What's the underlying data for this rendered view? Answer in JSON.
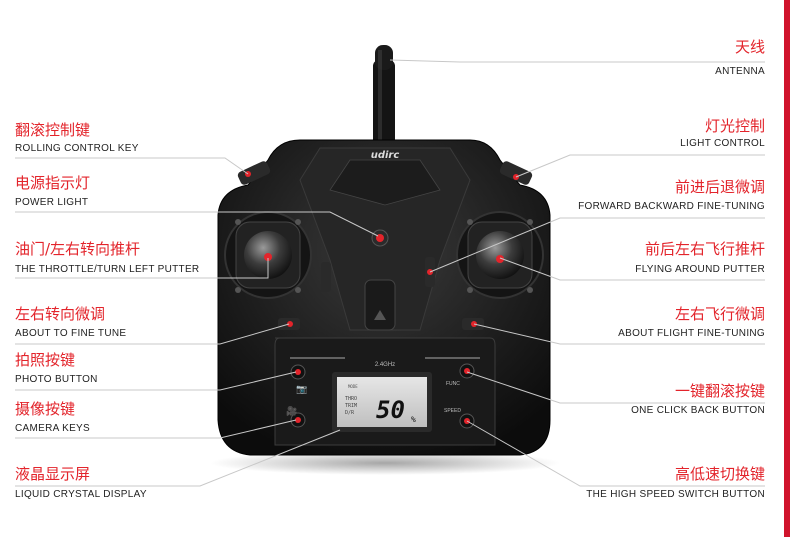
{
  "brand": "udirc",
  "band": "2.4GHz",
  "lcd": {
    "value": "50",
    "unit": "%",
    "labels": [
      "THRO",
      "TRIM",
      "D/R"
    ],
    "mode": "MODE"
  },
  "buttons": {
    "func": "FUNC",
    "speed": "SPEED"
  },
  "colors": {
    "accent": "#e3242b",
    "body": "#1c1c1c",
    "edge": "#d0142c"
  },
  "labels": {
    "antenna": {
      "zh": "天线",
      "en": "ANTENNA"
    },
    "rolling": {
      "zh": "翻滚控制键",
      "en": "ROLLING CONTROL KEY"
    },
    "light": {
      "zh": "灯光控制",
      "en": "LIGHT CONTROL"
    },
    "power": {
      "zh": "电源指示灯",
      "en": "POWER LIGHT"
    },
    "fwd": {
      "zh": "前进后退微调",
      "en": "FORWARD BACKWARD FINE-TUNING"
    },
    "throttle": {
      "zh": "油门/左右转向推杆",
      "en": "THE THROTTLE/TURN LEFT PUTTER"
    },
    "flying": {
      "zh": "前后左右飞行推杆",
      "en": "FLYING AROUND PUTTER"
    },
    "finetune": {
      "zh": "左右转向微调",
      "en": "ABOUT TO FINE TUNE"
    },
    "flightfine": {
      "zh": "左右飞行微调",
      "en": "ABOUT FLIGHT FINE-TUNING"
    },
    "photo": {
      "zh": "拍照按键",
      "en": "PHOTO BUTTON"
    },
    "oneclick": {
      "zh": "一键翻滚按键",
      "en": "ONE CLICK BACK BUTTON"
    },
    "camera": {
      "zh": "摄像按键",
      "en": "CAMERA KEYS"
    },
    "lcd": {
      "zh": "液晶显示屏",
      "en": "LIQUID CRYSTAL DISPLAY"
    },
    "speed": {
      "zh": "高低速切换键",
      "en": "THE HIGH SPEED SWITCH BUTTON"
    }
  }
}
